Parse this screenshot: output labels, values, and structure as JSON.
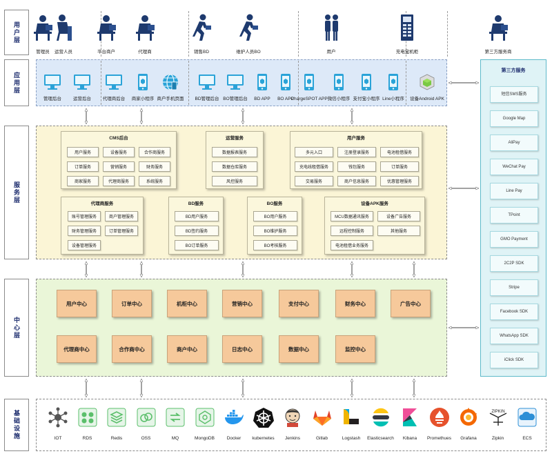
{
  "layers": {
    "user": "用户层",
    "app": "应用层",
    "service": "服务层",
    "center": "中心层",
    "infra": "基础设施"
  },
  "users": [
    {
      "label": "管理员",
      "icon": "desk-worker-icon"
    },
    {
      "label": "运营人员",
      "icon": "seated-worker-icon"
    },
    {
      "label": "平台商户",
      "icon": "desk-worker-icon"
    },
    {
      "label": "代理商",
      "icon": "desk-worker-icon"
    },
    {
      "label": "销售BD",
      "icon": "running-person-icon"
    },
    {
      "label": "维护人员BO",
      "icon": "running-person-icon"
    },
    {
      "label": "用户",
      "icon": "standing-people-icon"
    },
    {
      "label": "充电宝机柜",
      "icon": "cabinet-icon"
    },
    {
      "label": "第三方服务商",
      "icon": "desk-worker-icon"
    }
  ],
  "apps": [
    {
      "label": "管理后台",
      "icon": "monitor-icon"
    },
    {
      "label": "运营后台",
      "icon": "monitor-icon"
    },
    {
      "label": "代理商后台",
      "icon": "monitor-icon"
    },
    {
      "label": "商家小程序",
      "icon": "phone-icon"
    },
    {
      "label": "商户手机页面",
      "icon": "globe-icon"
    },
    {
      "label": "BD管理后台",
      "icon": "monitor-icon"
    },
    {
      "label": "BO管理后台",
      "icon": "monitor-icon"
    },
    {
      "label": "BD APP",
      "icon": "phone-icon"
    },
    {
      "label": "BO APP",
      "icon": "phone-icon"
    },
    {
      "label": "ChargeSPOT APP",
      "icon": "phone-icon"
    },
    {
      "label": "微信小程序",
      "icon": "phone-icon"
    },
    {
      "label": "支付宝小程序",
      "icon": "phone-icon"
    },
    {
      "label": "Line小程序",
      "icon": "phone-icon"
    },
    {
      "label": "设备Android APK",
      "icon": "android-cube-icon"
    }
  ],
  "service_groups": {
    "cms": {
      "title": "CMS后台",
      "items": [
        "用户服务",
        "设备服务",
        "合作商服务",
        "订单服务",
        "营销服务",
        "财务服务",
        "商家服务",
        "代理商服务",
        "系统服务"
      ]
    },
    "ops": {
      "title": "运营服务",
      "items": [
        "数据报表服务",
        "数据仓库服务",
        "风控服务"
      ]
    },
    "user": {
      "title": "用户服务",
      "items": [
        "多元入口",
        "注册登录服务",
        "电池租借服务",
        "充电线租借服务",
        "钱包服务",
        "订单服务",
        "交易服务",
        "商户信息服务",
        "优惠管理服务"
      ]
    },
    "agent": {
      "title": "代理商服务",
      "items": [
        "账号管理服务",
        "商户管理服务",
        "财务管理服务",
        "订单管理服务",
        "设备管理服务"
      ]
    },
    "bd": {
      "title": "BD服务",
      "items": [
        "BD用户服务",
        "BD签约服务",
        "BO订单服务"
      ]
    },
    "bo": {
      "title": "BO服务",
      "items": [
        "BO用户服务",
        "BO维护服务",
        "BO考核服务"
      ]
    },
    "apk": {
      "title": "设备APK服务",
      "items": [
        "MCU数据通讯服务",
        "设备广告服务",
        "远程控制服务",
        "其他服务",
        "电池租借业务服务"
      ]
    }
  },
  "centers": [
    "用户中心",
    "订单中心",
    "机柜中心",
    "营销中心",
    "支付中心",
    "财务中心",
    "广告中心",
    "代理商中心",
    "合作商中心",
    "商户中心",
    "日志中心",
    "数据中心",
    "监控中心"
  ],
  "third_party": {
    "title": "第三方服务",
    "items": [
      "短信SMS服务",
      "Google Map",
      "AliPay",
      "WeChat Pay",
      "Line Pay",
      "TPoint",
      "GMO Payment",
      "2C2P SDK",
      "Stripe",
      "Facebook SDK",
      "WhatsApp SDK",
      "iClick SDK"
    ]
  },
  "infra": [
    {
      "label": "IOT",
      "icon": "iot-hub-icon",
      "color": "#555555"
    },
    {
      "label": "RDS",
      "icon": "rds-icon",
      "color": "#5bbf6b"
    },
    {
      "label": "Redis",
      "icon": "redis-icon",
      "color": "#5bbf6b"
    },
    {
      "label": "OSS",
      "icon": "oss-icon",
      "color": "#5bbf6b"
    },
    {
      "label": "MQ",
      "icon": "mq-icon",
      "color": "#5bbf6b"
    },
    {
      "label": "MongoDB",
      "icon": "mongodb-icon",
      "color": "#5bbf6b"
    },
    {
      "label": "Docker",
      "icon": "docker-whale-icon",
      "color": "#2496ed"
    },
    {
      "label": "kubernetes",
      "icon": "kubernetes-wheel-icon",
      "color": "#111111"
    },
    {
      "label": "Jenkins",
      "icon": "jenkins-icon",
      "color": "#d24939"
    },
    {
      "label": "Gitlab",
      "icon": "gitlab-fox-icon",
      "color": "#e24329"
    },
    {
      "label": "Logstash",
      "icon": "logstash-icon",
      "color": "#f0b400"
    },
    {
      "label": "Elasticsearch",
      "icon": "elasticsearch-icon",
      "color": "#00bfb3"
    },
    {
      "label": "Kibana",
      "icon": "kibana-icon",
      "color": "#e8478b"
    },
    {
      "label": "Promethues",
      "icon": "prometheus-torch-icon",
      "color": "#e6522c"
    },
    {
      "label": "Grafana",
      "icon": "grafana-icon",
      "color": "#f46800"
    },
    {
      "label": "Zipkin",
      "icon": "zipkin-icon",
      "color": "#222222"
    },
    {
      "label": "ECS",
      "icon": "ecs-cloud-icon",
      "color": "#2d8fd6"
    }
  ]
}
